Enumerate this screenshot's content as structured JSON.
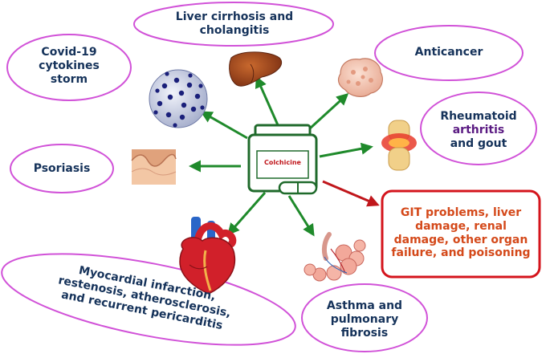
{
  "drug": {
    "name": "Colchicine"
  },
  "indications": {
    "liver": {
      "lines": [
        "Liver cirrhosis and",
        "cholangitis"
      ]
    },
    "covid": {
      "lines": [
        "Covid-19",
        "cytokines",
        "storm"
      ]
    },
    "anticancer": {
      "lines": [
        "Anticancer"
      ]
    },
    "rheumatoid": {
      "line1": "Rheumatoid",
      "line2": "arthritis",
      "line3": "and gout"
    },
    "psoriasis": {
      "lines": [
        "Psoriasis"
      ]
    },
    "cardio": {
      "lines": [
        "Myocardial infarction,",
        "restenosis, atherosclerosis,",
        "and recurrent pericarditis"
      ]
    },
    "asthma": {
      "lines": [
        "Asthma and",
        "pulmonary",
        "fibrosis"
      ]
    }
  },
  "adverse": {
    "lines": [
      "GIT problems, liver",
      "damage, renal",
      "damage, other organ",
      "failure, and poisoning"
    ]
  },
  "colors": {
    "ellipse_border": "#d152d8",
    "green_arrow": "#1f8a2b",
    "red_arrow": "#c0161b",
    "adverse_border": "#d4141c",
    "label_text": "#15325a",
    "arthritis_text": "#5a1a82",
    "adverse_text": "#d4491a"
  }
}
